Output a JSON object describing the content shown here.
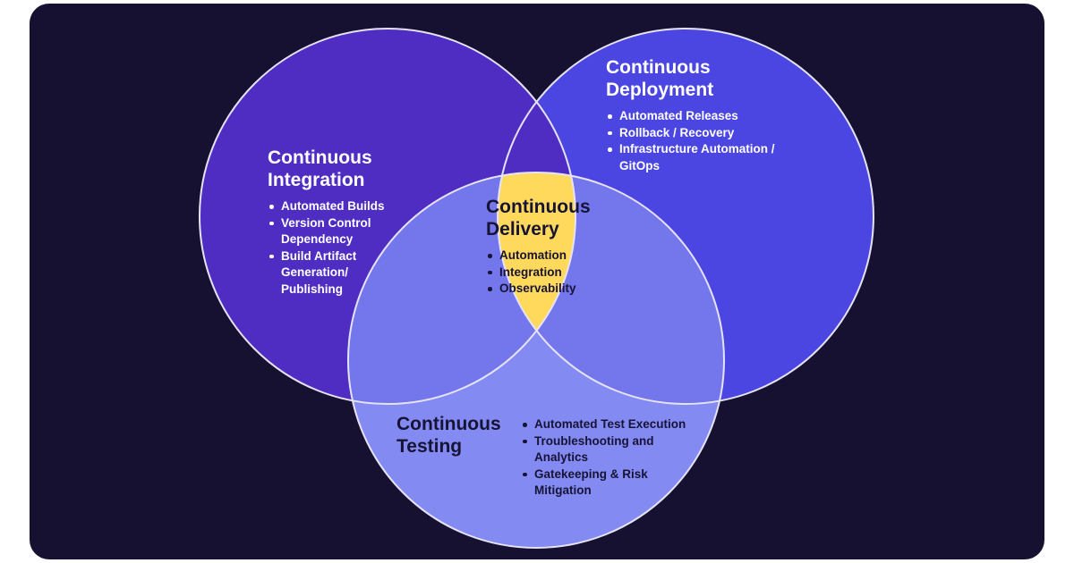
{
  "colors": {
    "background": "#161130",
    "ci_fill": "#4f2dc3",
    "cd_deploy_fill": "#4b46e2",
    "ct_fill": "#838bf3",
    "ci_cd_overlap": "#4f2dc3",
    "ci_ct_overlap": "#7476eb",
    "cd_ct_overlap": "#7476eb",
    "center_fill": "#ffd95c",
    "outline": "#e6e3f7"
  },
  "circles": {
    "integration": {
      "title_line1": "Continuous",
      "title_line2": "Integration",
      "items": [
        "Automated Builds",
        "Version Control Dependency",
        "Build Artifact Generation/ Publishing"
      ]
    },
    "deployment": {
      "title_line1": "Continuous",
      "title_line2": "Deployment",
      "items": [
        "Automated Releases",
        "Rollback / Recovery",
        "Infrastructure Automation / GitOps"
      ]
    },
    "testing": {
      "title_line1": "Continuous",
      "title_line2": "Testing",
      "items": [
        "Automated Test Execution",
        "Troubleshooting and Analytics",
        "Gatekeeping & Risk Mitigation"
      ]
    },
    "delivery": {
      "title_line1": "Continuous",
      "title_line2": "Delivery",
      "items": [
        "Automation",
        "Integration",
        "Observability"
      ]
    }
  }
}
